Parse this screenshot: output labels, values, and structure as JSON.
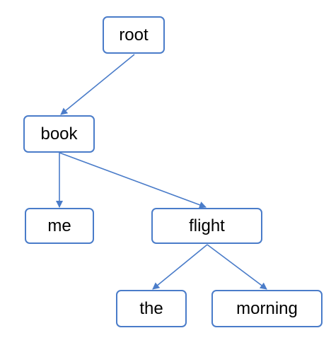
{
  "colors": {
    "stroke": "#4a7cc9",
    "text": "#000000",
    "background": "#ffffff"
  },
  "tree": {
    "root": {
      "label": "root"
    },
    "book": {
      "label": "book"
    },
    "me": {
      "label": "me"
    },
    "flight": {
      "label": "flight"
    },
    "the": {
      "label": "the"
    },
    "morning": {
      "label": "morning"
    }
  },
  "edges": [
    {
      "from": "root",
      "to": "book"
    },
    {
      "from": "book",
      "to": "me"
    },
    {
      "from": "book",
      "to": "flight"
    },
    {
      "from": "flight",
      "to": "the"
    },
    {
      "from": "flight",
      "to": "morning"
    }
  ]
}
